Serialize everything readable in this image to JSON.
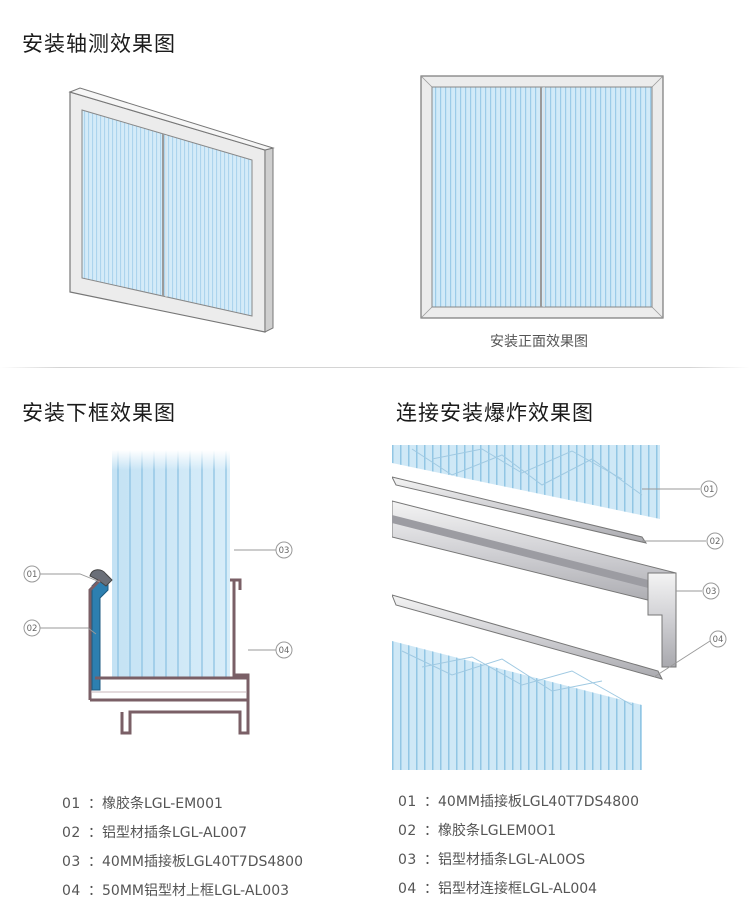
{
  "sections": {
    "axonometric": {
      "title": "安装轴测效果图"
    },
    "front": {
      "caption": "安装正面效果图"
    },
    "bottom_frame": {
      "title": "安装下框效果图"
    },
    "exploded": {
      "title": "连接安装爆炸效果图"
    }
  },
  "callouts": [
    "01",
    "02",
    "03",
    "04"
  ],
  "legend_left": [
    {
      "num": "01",
      "sep": "：",
      "text": "橡胶条LGL-EM001"
    },
    {
      "num": "02",
      "sep": "：",
      "text": "铝型材插条LGL-AL007"
    },
    {
      "num": "03",
      "sep": "：",
      "text": "40MM插接板LGL40T7DS4800"
    },
    {
      "num": "04",
      "sep": "：",
      "text": "50MM铝型材上框LGL-AL003"
    }
  ],
  "legend_right": [
    {
      "num": "01",
      "sep": "：",
      "text": "40MM插接板LGL40T7DS4800"
    },
    {
      "num": "02",
      "sep": "：",
      "text": "橡胶条LGLEM0O1"
    },
    {
      "num": "03",
      "sep": "：",
      "text": "铝型材插条LGL-AL0OS"
    },
    {
      "num": "04",
      "sep": "：",
      "text": "铝型材连接框LGL-AL004"
    }
  ],
  "colors": {
    "glass": "#cfe8f6",
    "glass_stripe": "#8fc3e2",
    "frame": "#e8e8e8",
    "frame_edge": "#8a8a8a",
    "profile": "#7a5f66",
    "callout_line": "#999999"
  }
}
